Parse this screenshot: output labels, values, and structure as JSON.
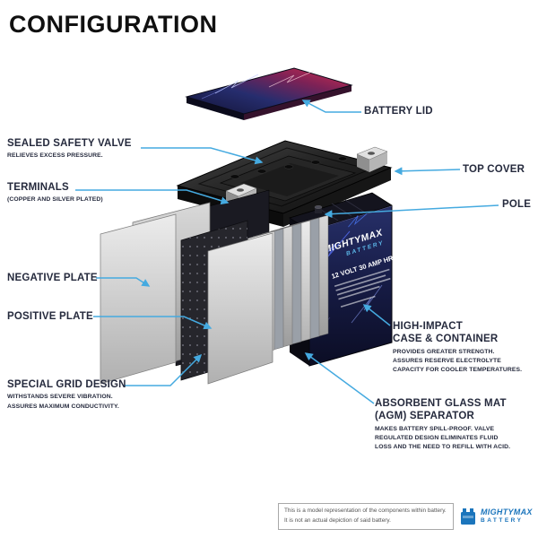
{
  "title": "CONFIGURATION",
  "callouts": {
    "battery_lid": {
      "label": "BATTERY LID"
    },
    "sealed_safety_valve": {
      "label": "SEALED SAFETY VALVE",
      "sub": "RELIEVES EXCESS PRESSURE."
    },
    "terminals": {
      "label": "TERMINALS",
      "sub": "(COPPER AND SILVER PLATED)"
    },
    "top_cover": {
      "label": "TOP COVER"
    },
    "pole": {
      "label": "POLE"
    },
    "negative_plate": {
      "label": "NEGATIVE PLATE"
    },
    "positive_plate": {
      "label": "POSITIVE PLATE"
    },
    "special_grid_design": {
      "label": "SPECIAL GRID DESIGN",
      "sub": "WITHSTANDS SEVERE VIBRATION.\nASSURES MAXIMUM CONDUCTIVITY."
    },
    "high_impact_case": {
      "label": "HIGH-IMPACT\nCASE & CONTAINER",
      "sub": "PROVIDES GREATER STRENGTH.\nASSURES RESERVE ELECTROLYTE\nCAPACITY FOR COOLER TEMPERATURES."
    },
    "agm_separator": {
      "label": "ABSORBENT GLASS MAT\n(AGM) SEPARATOR",
      "sub": "MAKES BATTERY SPILL-PROOF. VALVE\nREGULATED DESIGN ELIMINATES FLUID\nLOSS AND THE NEED TO REFILL WITH ACID."
    }
  },
  "battery": {
    "brand": "MIGHTYMAX",
    "brand_sub": "BATTERY",
    "spec": "12 VOLT 30 AMP HR"
  },
  "footer": {
    "disclaimer": "This is a model representation of the components within battery.\nIt is not an actual depiction of said battery.",
    "logo_brand": "MIGHTYMAX",
    "logo_sub": "BATTERY"
  },
  "colors": {
    "callout_line": "#45AAE0",
    "label_text": "#252A3D",
    "brand_blue": "#1B75BC"
  }
}
